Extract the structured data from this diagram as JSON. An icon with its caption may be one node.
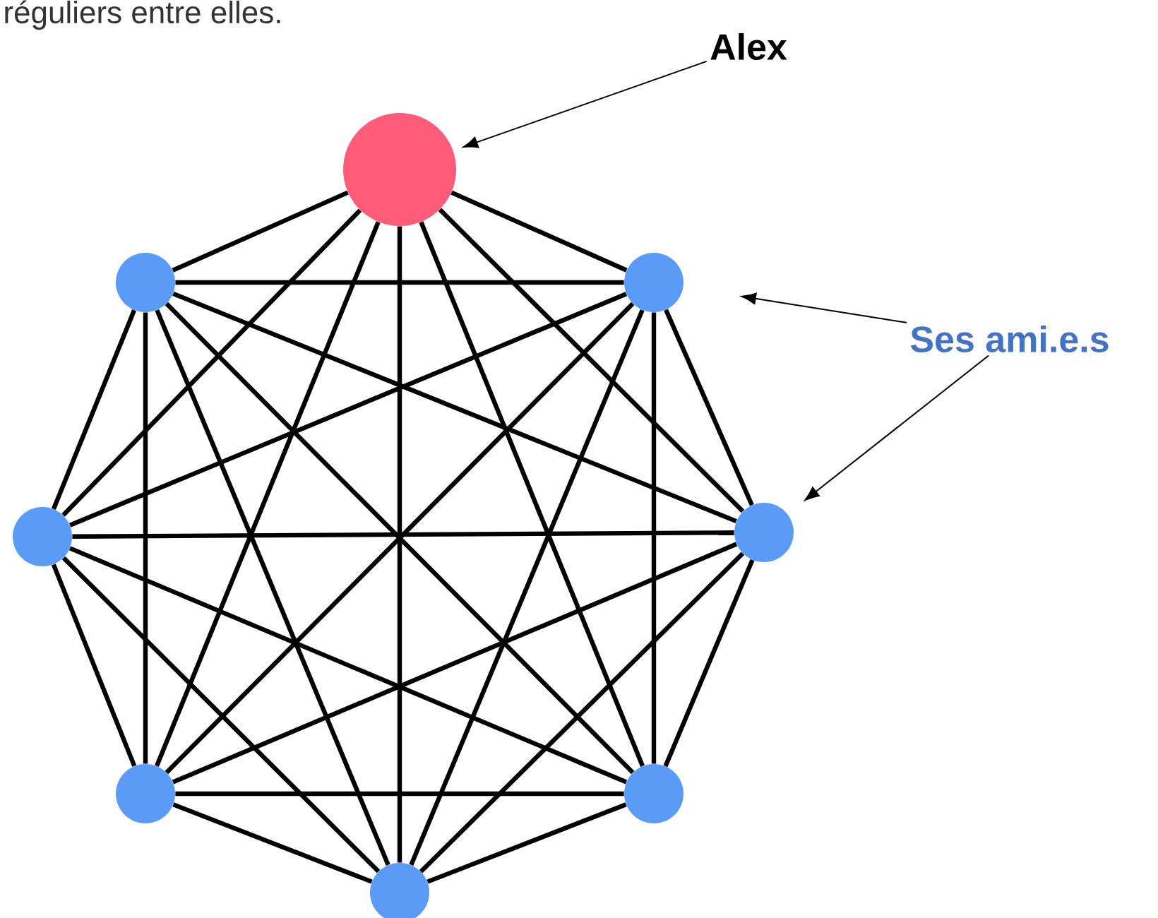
{
  "diagram": {
    "nodes": [
      {
        "text": [
          "Alex"
        ]
      },
      {
        "text": [],
        "shape": "circle"
      },
      {
        "text": [],
        "shape": "circle"
      },
      {
        "text": [],
        "shape": "circle"
      },
      {
        "text": [
          "Ses ami.e.s"
        ]
      },
      {
        "text": [],
        "shape": "circle"
      },
      {
        "text": [],
        "shape": "circle"
      },
      {
        "text": [],
        "shape": "circle"
      },
      {
        "text": [],
        "shape": "circle"
      },
      {
        "text": [],
        "shape": "circle"
      }
    ],
    "edges": [
      {
        "from": 0,
        "to": 1,
        "arrow": "to"
      },
      {
        "from": 4,
        "to": 3,
        "arrow": "to"
      },
      {
        "from": 4,
        "to": 6,
        "arrow": "to"
      },
      {
        "from": 1,
        "to": 2,
        "arrow": "none"
      },
      {
        "from": 1,
        "to": 3,
        "arrow": "none"
      },
      {
        "from": 1,
        "to": 5,
        "arrow": "none"
      },
      {
        "from": 1,
        "to": 6,
        "arrow": "none"
      },
      {
        "from": 1,
        "to": 7,
        "arrow": "none"
      },
      {
        "from": 1,
        "to": 8,
        "arrow": "none"
      },
      {
        "from": 1,
        "to": 9,
        "arrow": "none"
      },
      {
        "from": 2,
        "to": 3,
        "arrow": "none"
      },
      {
        "from": 2,
        "to": 5,
        "arrow": "none"
      },
      {
        "from": 2,
        "to": 6,
        "arrow": "none"
      },
      {
        "from": 2,
        "to": 7,
        "arrow": "none"
      },
      {
        "from": 2,
        "to": 8,
        "arrow": "none"
      },
      {
        "from": 2,
        "to": 9,
        "arrow": "none"
      },
      {
        "from": 3,
        "to": 5,
        "arrow": "none"
      },
      {
        "from": 3,
        "to": 6,
        "arrow": "none"
      },
      {
        "from": 3,
        "to": 7,
        "arrow": "none"
      },
      {
        "from": 3,
        "to": 8,
        "arrow": "none"
      },
      {
        "from": 3,
        "to": 9,
        "arrow": "none"
      },
      {
        "from": 5,
        "to": 6,
        "arrow": "none"
      },
      {
        "from": 5,
        "to": 7,
        "arrow": "none"
      },
      {
        "from": 5,
        "to": 8,
        "arrow": "none"
      },
      {
        "from": 5,
        "to": 9,
        "arrow": "none"
      },
      {
        "from": 6,
        "to": 7,
        "arrow": "none"
      },
      {
        "from": 6,
        "to": 8,
        "arrow": "none"
      },
      {
        "from": 6,
        "to": 9,
        "arrow": "none"
      },
      {
        "from": 7,
        "to": 8,
        "arrow": "none"
      },
      {
        "from": 7,
        "to": 9,
        "arrow": "none"
      },
      {
        "from": 8,
        "to": 9,
        "arrow": "none"
      }
    ],
    "labels": [
      "réguliers entre elles."
    ]
  }
}
